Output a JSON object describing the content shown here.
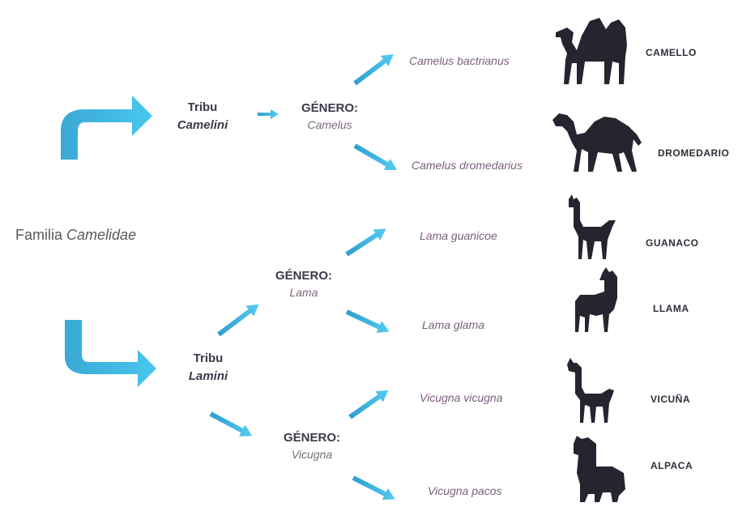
{
  "family": {
    "label": "Familia",
    "name": "Camelidae"
  },
  "tribes": [
    {
      "label": "Tribu",
      "name": "Camelini"
    },
    {
      "label": "Tribu",
      "name": "Lamini"
    }
  ],
  "genera": [
    {
      "label": "GÉNERO:",
      "name": "Camelus"
    },
    {
      "label": "GÉNERO:",
      "name": "Lama"
    },
    {
      "label": "GÉNERO:",
      "name": "Vicugna"
    }
  ],
  "species": [
    {
      "scientific": "Camelus bactrianus",
      "common": "CAMELLO",
      "icon": "bactrian-camel-icon"
    },
    {
      "scientific": "Camelus dromedarius",
      "common": "DROMEDARIO",
      "icon": "dromedary-icon"
    },
    {
      "scientific": "Lama guanicoe",
      "common": "GUANACO",
      "icon": "guanaco-icon"
    },
    {
      "scientific": "Lama glama",
      "common": "LLAMA",
      "icon": "llama-icon"
    },
    {
      "scientific": "Vicugna vicugna",
      "common": "VICUÑA",
      "icon": "vicuna-icon"
    },
    {
      "scientific": "Vicugna pacos",
      "common": "ALPACA",
      "icon": "alpaca-icon"
    }
  ],
  "colors": {
    "arrow": "#3bb6e3",
    "arrow_dark": "#2a8fc0",
    "silhouette": "#252530",
    "text_dark": "#3a3a4a",
    "text_species": "#7a5f7a"
  }
}
